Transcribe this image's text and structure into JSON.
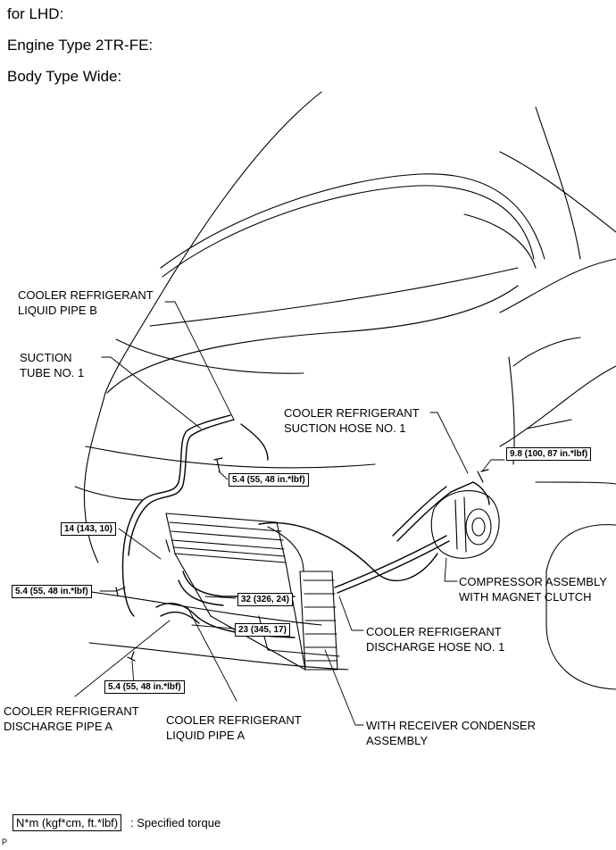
{
  "header": {
    "line1": "for LHD:",
    "line2": "Engine Type 2TR-FE:",
    "line3": "Body Type Wide:"
  },
  "labels": {
    "liquid_pipe_b": [
      "COOLER REFRIGERANT",
      "LIQUID PIPE B"
    ],
    "suction_tube": [
      "SUCTION",
      "TUBE NO. 1"
    ],
    "suction_hose": [
      "COOLER REFRIGERANT",
      "SUCTION HOSE NO. 1"
    ],
    "compressor": [
      "COMPRESSOR ASSEMBLY",
      "WITH MAGNET CLUTCH"
    ],
    "discharge_hose": [
      "COOLER REFRIGERANT",
      "DISCHARGE HOSE NO. 1"
    ],
    "condenser": [
      "WITH RECEIVER CONDENSER",
      "ASSEMBLY"
    ],
    "liquid_pipe_a": [
      "COOLER REFRIGERANT",
      "LIQUID PIPE A"
    ],
    "discharge_pipe_a": [
      "COOLER REFRIGERANT",
      "DISCHARGE PIPE A"
    ]
  },
  "torques": {
    "t1": "9.8 (100, 87 in.*lbf)",
    "t2": "5.4 (55, 48 in.*lbf)",
    "t3": "14 (143, 10)",
    "t4": "5.4 (55, 48 in.*lbf)",
    "t5": "32 (326, 24)",
    "t6": "23 (345, 17)",
    "t7": "5.4 (55, 48 in.*lbf)"
  },
  "legend": {
    "box": "N*m (kgf*cm, ft.*lbf)",
    "text": ": Specified torque"
  },
  "corner_mark": "P"
}
